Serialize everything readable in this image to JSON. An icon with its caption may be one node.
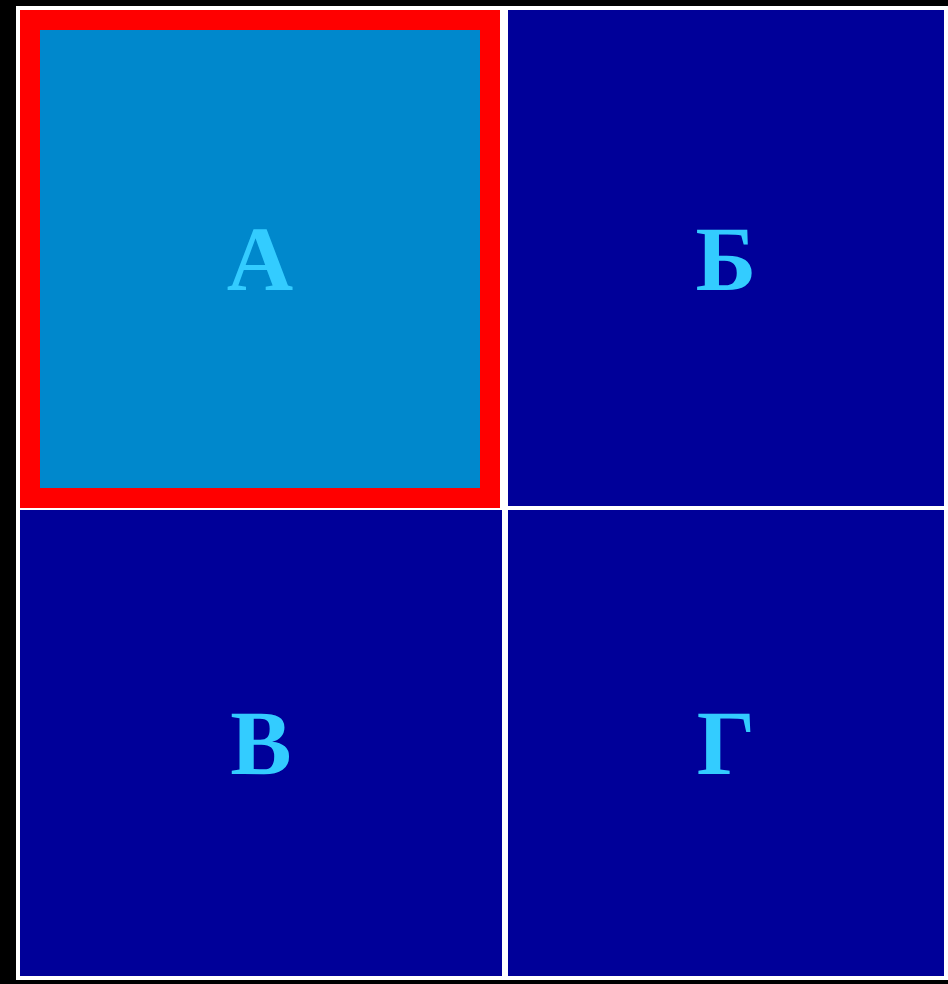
{
  "diagram": {
    "nodes": [
      {
        "text": [
          "А"
        ]
      },
      {
        "text": [
          "Б"
        ]
      },
      {
        "text": [
          "В"
        ]
      },
      {
        "text": [
          "Г"
        ]
      }
    ]
  }
}
